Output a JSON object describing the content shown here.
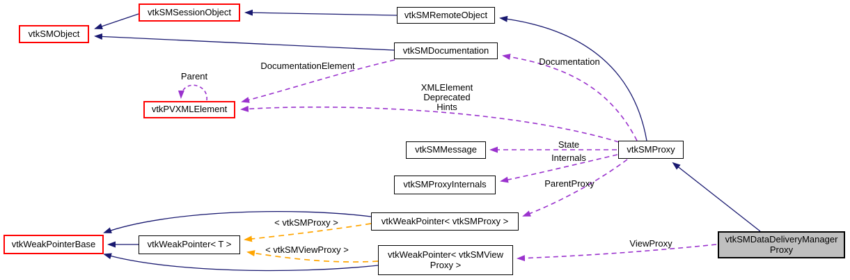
{
  "diagram": {
    "kind": "class-collaboration-graph",
    "colors": {
      "inherit": "#191970",
      "usage": "#9a32cd",
      "template": "#ffa500",
      "node_border": "#000000",
      "highlight_border": "#ff0000",
      "node_fill": "#ffffff",
      "main_fill": "#bfbfbf",
      "text": "#000000",
      "bg": "#ffffff"
    },
    "nodes": {
      "session_object": {
        "label": "vtkSMSessionObject"
      },
      "sm_object": {
        "label": "vtkSMObject"
      },
      "remote_object": {
        "label": "vtkSMRemoteObject"
      },
      "documentation": {
        "label": "vtkSMDocumentation"
      },
      "pvxml_element": {
        "label": "vtkPVXMLElement"
      },
      "message": {
        "label": "vtkSMMessage"
      },
      "proxy": {
        "label": "vtkSMProxy"
      },
      "proxy_internals": {
        "label": "vtkSMProxyInternals"
      },
      "weak_pointer_base": {
        "label": "vtkWeakPointerBase"
      },
      "weak_pointer_t": {
        "label": "vtkWeakPointer< T >"
      },
      "weak_pointer_smproxy": {
        "label": "vtkWeakPointer< vtkSMProxy >"
      },
      "weak_pointer_viewproxy": {
        "label": "vtkWeakPointer< vtkSMView\nProxy >"
      },
      "main": {
        "label": "vtkSMDataDeliveryManager\nProxy"
      }
    },
    "edge_labels": {
      "parent": "Parent",
      "documentation_element": "DocumentationElement",
      "documentation": "Documentation",
      "xml_hints": "XMLElement\nDeprecated\nHints",
      "state": "State",
      "internals": "Internals",
      "parent_proxy": "ParentProxy",
      "tmpl_smproxy": "< vtkSMProxy >",
      "tmpl_viewproxy": "< vtkSMViewProxy >",
      "view_proxy": "ViewProxy"
    },
    "edges": [
      {
        "from": "vtkSMSessionObject",
        "to": "vtkSMObject",
        "type": "inheritance"
      },
      {
        "from": "vtkSMDocumentation",
        "to": "vtkSMObject",
        "type": "inheritance"
      },
      {
        "from": "vtkSMRemoteObject",
        "to": "vtkSMSessionObject",
        "type": "inheritance"
      },
      {
        "from": "vtkSMProxy",
        "to": "vtkSMRemoteObject",
        "type": "inheritance"
      },
      {
        "from": "vtkSMDataDeliveryManagerProxy",
        "to": "vtkSMProxy",
        "type": "inheritance"
      },
      {
        "from": "vtkWeakPointer< T >",
        "to": "vtkWeakPointerBase",
        "type": "inheritance"
      },
      {
        "from": "vtkWeakPointer< vtkSMProxy >",
        "to": "vtkWeakPointerBase",
        "type": "inheritance"
      },
      {
        "from": "vtkWeakPointer< vtkSMViewProxy >",
        "to": "vtkWeakPointerBase",
        "type": "inheritance"
      },
      {
        "from": "vtkSMProxy",
        "to": "vtkSMDocumentation",
        "type": "usage",
        "label": "Documentation"
      },
      {
        "from": "vtkSMDocumentation",
        "to": "vtkPVXMLElement",
        "type": "usage",
        "label": "DocumentationElement"
      },
      {
        "from": "vtkSMProxy",
        "to": "vtkPVXMLElement",
        "type": "usage",
        "label": "XMLElement Deprecated Hints"
      },
      {
        "from": "vtkPVXMLElement",
        "to": "vtkPVXMLElement",
        "type": "usage",
        "label": "Parent"
      },
      {
        "from": "vtkSMProxy",
        "to": "vtkSMMessage",
        "type": "usage",
        "label": "State"
      },
      {
        "from": "vtkSMProxy",
        "to": "vtkSMProxyInternals",
        "type": "usage",
        "label": "Internals"
      },
      {
        "from": "vtkSMProxy",
        "to": "vtkWeakPointer< vtkSMProxy >",
        "type": "usage",
        "label": "ParentProxy"
      },
      {
        "from": "vtkSMDataDeliveryManagerProxy",
        "to": "vtkWeakPointer< vtkSMViewProxy >",
        "type": "usage",
        "label": "ViewProxy"
      },
      {
        "from": "vtkWeakPointer< vtkSMProxy >",
        "to": "vtkWeakPointer< T >",
        "type": "template-instance",
        "label": "< vtkSMProxy >"
      },
      {
        "from": "vtkWeakPointer< vtkSMViewProxy >",
        "to": "vtkWeakPointer< T >",
        "type": "template-instance",
        "label": "< vtkSMViewProxy >"
      }
    ]
  }
}
